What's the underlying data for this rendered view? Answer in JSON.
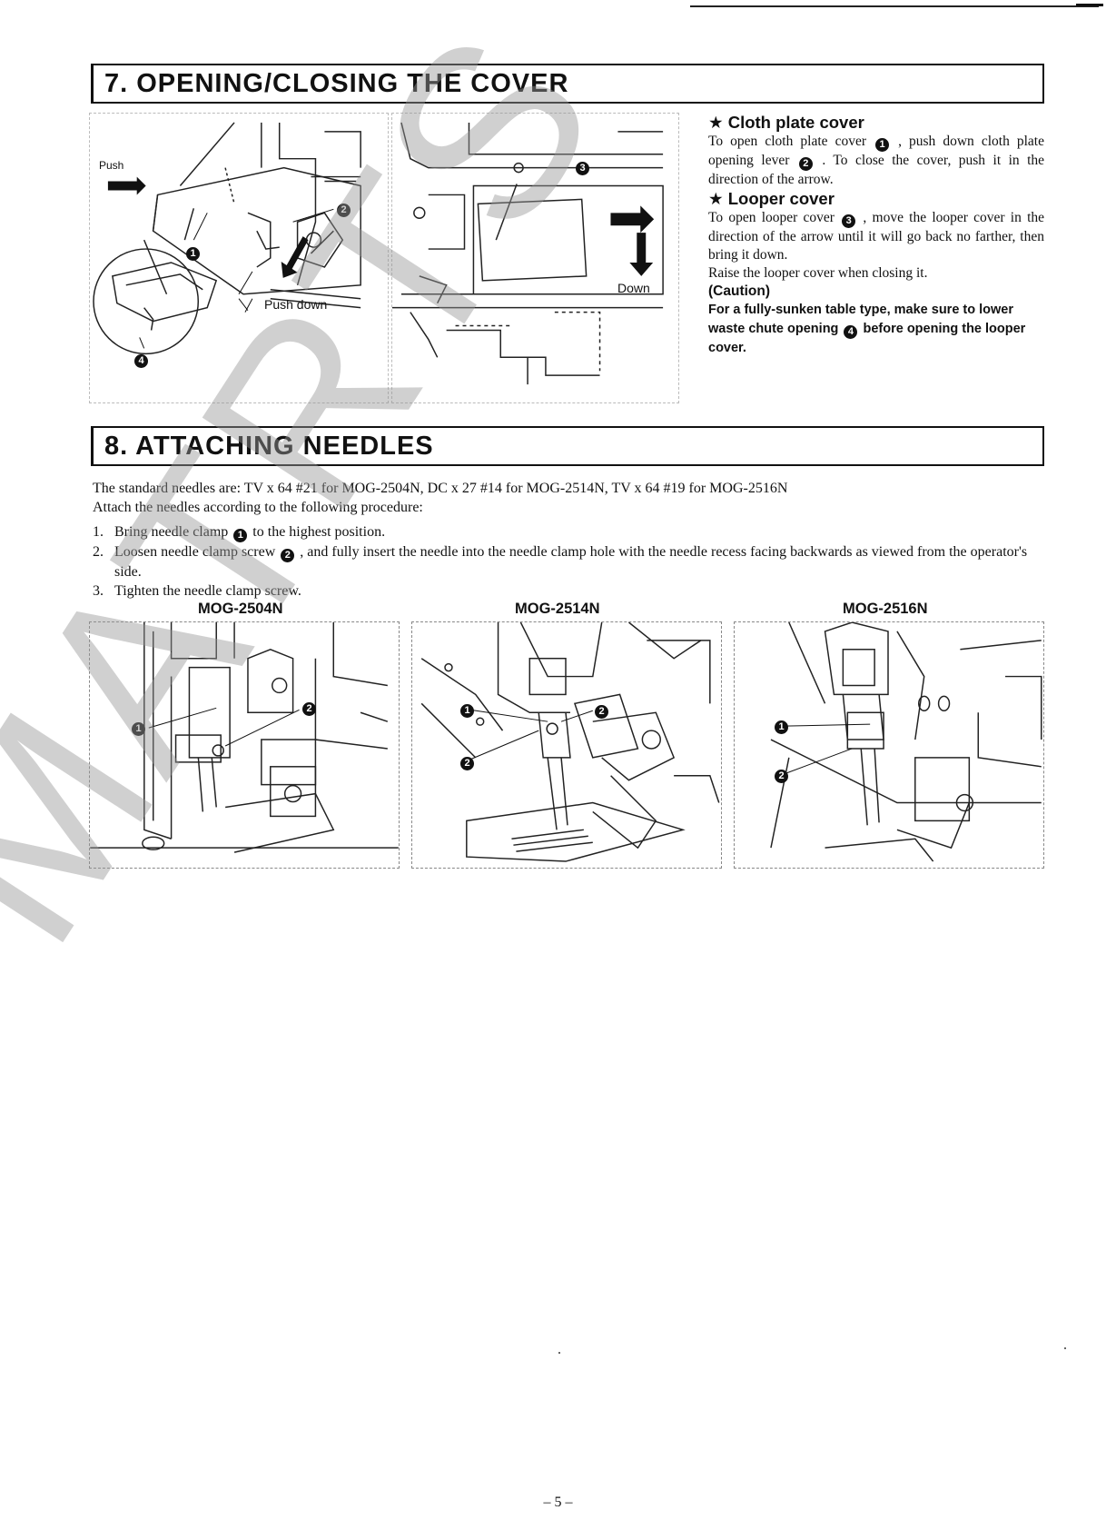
{
  "section7": {
    "title": "7. OPENING/CLOSING THE COVER",
    "figure_labels": {
      "push": "Push",
      "push_down": "Push down",
      "down": "Down"
    },
    "cloth_plate": {
      "heading": "★ Cloth plate cover",
      "t1": "To open cloth plate cover",
      "t2": ", push down cloth plate opening lever",
      "t3": ". To close the cover, push it in the direction of the arrow."
    },
    "looper": {
      "heading": "★ Looper cover",
      "t1": "To open looper cover",
      "t2": ", move the looper cover in the direction of the arrow until it will go back no farther, then bring it down.",
      "t3": "Raise the looper cover when closing it."
    },
    "caution": {
      "label": "(Caution)",
      "t1": "For a fully-sunken table type, make sure to lower waste chute opening",
      "t2": "before opening the looper cover."
    }
  },
  "markers": {
    "m1": "1",
    "m2": "2",
    "m3": "3",
    "m4": "4"
  },
  "section8": {
    "title": "8. ATTACHING NEEDLES",
    "intro1": "The standard needles are:  TV x 64 #21 for MOG-2504N, DC x 27 #14 for MOG-2514N, TV x 64 #19 for MOG-2516N",
    "intro2": "Attach the needles according to the following procedure:",
    "steps": [
      {
        "num": "1.",
        "a": "Bring needle clamp",
        "b": "to the highest position."
      },
      {
        "num": "2.",
        "a": "Loosen needle clamp screw",
        "b": ", and fully insert the needle into the needle clamp hole with the needle recess facing backwards as viewed from the operator's side."
      },
      {
        "num": "3.",
        "a": "Tighten the needle clamp screw.",
        "b": ""
      }
    ],
    "models": [
      "MOG-2504N",
      "MOG-2514N",
      "MOG-2516N"
    ]
  },
  "watermark": "MATRTS",
  "page_number": "– 5 –"
}
